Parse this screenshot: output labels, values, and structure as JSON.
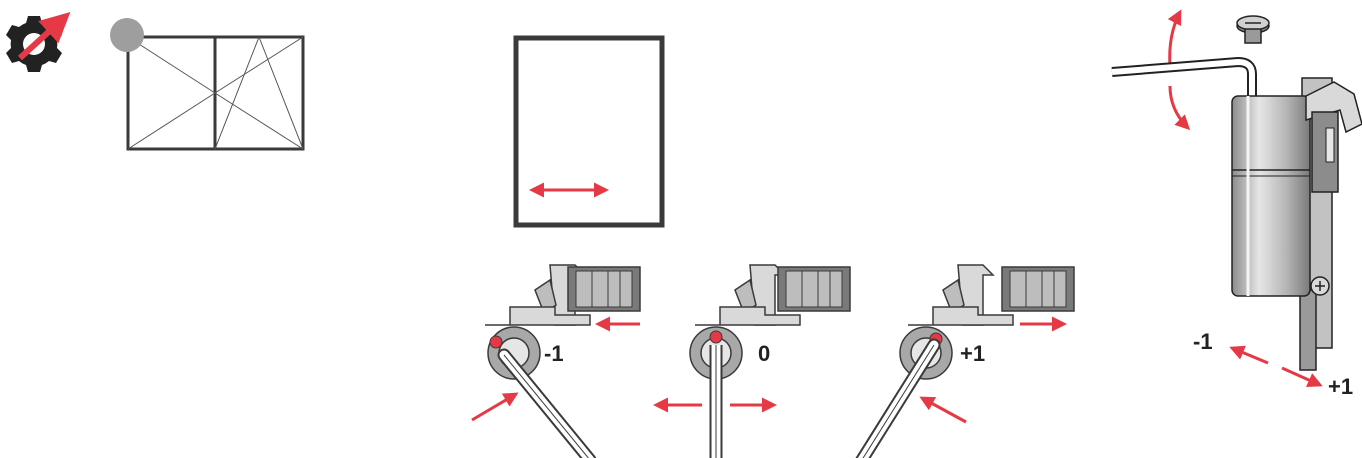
{
  "figure": {
    "icons": {
      "settings_icon": "gear-adjust-icon",
      "window_icon": "double-sash-window-icon"
    },
    "colors": {
      "accent": "#e63946",
      "outline": "#3a3a3a",
      "metal_light": "#d9d9d9",
      "metal_mid": "#a8a8a8",
      "metal_dark": "#6e6e6e",
      "marker": "#9e9e9e"
    },
    "hinge_positions": [
      {
        "label": "-1"
      },
      {
        "label": "0"
      },
      {
        "label": "+1"
      }
    ],
    "side_view": {
      "minus_label": "-1",
      "plus_label": "+1"
    }
  }
}
